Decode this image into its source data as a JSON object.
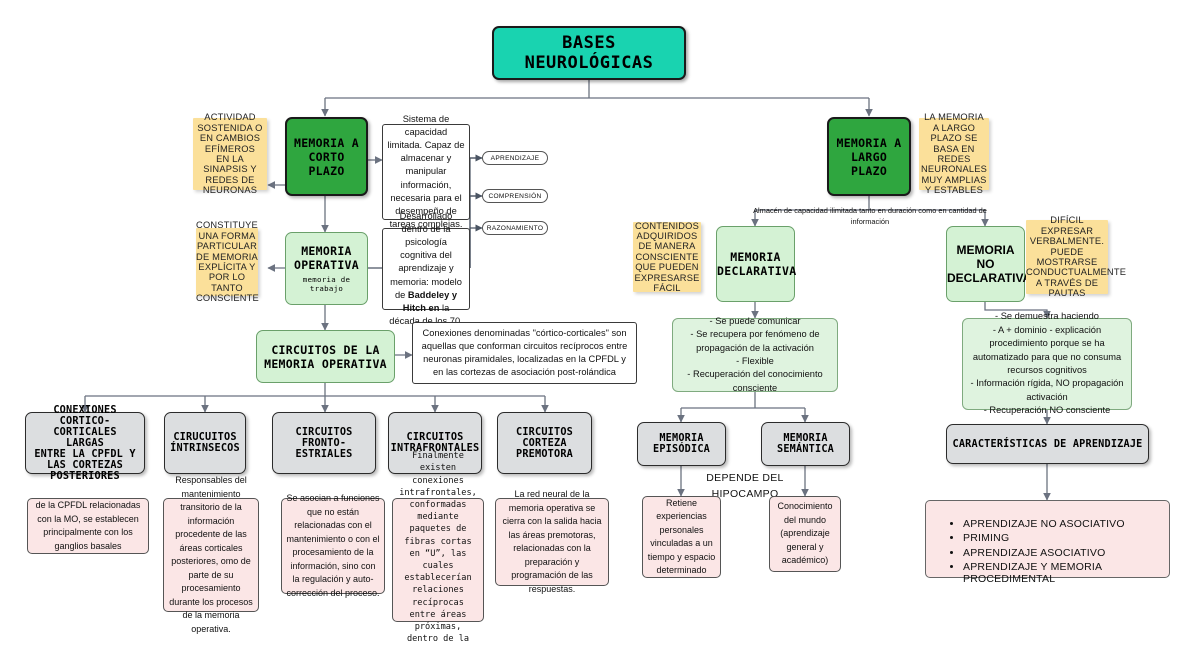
{
  "title": {
    "label": "BASES NEUROLÓGICAS"
  },
  "short_term": {
    "node": "MEMORIA A\nCORTO PLAZO",
    "note": "ACTIVIDAD SOSTENIDA O EN CAMBIOS EFÍMEROS EN LA SINAPSIS Y REDES DE NEURONAS",
    "operative": {
      "title": "MEMORIA\nOPERATIVA",
      "subtitle": "memoria de trabajo"
    },
    "operative_note": "CONSTITUYE UNA FORMA PARTICULAR DE MEMORIA EXPLÍCITA Y POR LO TANTO CONSCIENTE",
    "definition": "Sistema de capacidad limitada. Capaz de almacenar y manipular información, necesaria para el desempeño de tareas complejas.",
    "origin": "Desarrollado dentro de la psicología cognitiva del aprendizaje y memoria: modelo de",
    "origin_bold": "Baddeley y Hitch en",
    "origin_end": "la década de los 70.",
    "pills": [
      "APRENDIZAJE",
      "COMPRENSIÓN",
      "RAZONAMIENTO"
    ],
    "circuits_node": "CIRCUITOS DE LA\nMEMORIA OPERATIVA",
    "circuits_note": "Conexiones denominadas \"córtico-corticales\" son aquellas que conforman circuitos recíprocos entre neuronas piramidales, localizadas en la CPFDL y en las cortezas de asociación post-rolándica"
  },
  "circuits": [
    {
      "label": "CONEXIONES\nCORTICO-CORTICALES\nLARGAS\nENTRE LA CPFDL Y\nLAS CORTEZAS\nPOSTERIORES",
      "desc": "de la CPFDL relacionadas con la MO, se establecen principalmente con los ganglios basales",
      "mono": false
    },
    {
      "label": "CIRUCUITOS\nÍNTRINSECOS",
      "desc": "Responsables del mantenimiento transitorio de la información procedente de las áreas corticales posteriores, omo de parte de su procesamiento durante los procesos de la memoria operativa.",
      "mono": false
    },
    {
      "label": "CIRCUITOS\nFRONTO-ESTRIALES",
      "desc": "Se asocian a funciones que no están relacionadas con el mantenimiento o con el procesamiento de la información, sino con la regulación y auto-corrección del proceso.",
      "mono": false
    },
    {
      "label": "CIRCUITOS\nINTRAFRONTALES",
      "desc": "Finalmente existen conexiones intrafrontales, conformadas mediante paquetes de fibras cortas en “U”, las cuales establecerían relaciones recíprocas entre áreas próximas, dentro de la corteza prefrontal",
      "mono": true
    },
    {
      "label": "CIRCUITOS\nCORTEZA\nPREMOTORA",
      "desc": "La red neural de la memoria operativa se cierra con la salida hacia las áreas premotoras, relacionadas con la preparación y programación de las respuestas.",
      "mono": false
    }
  ],
  "long_term": {
    "node": "MEMORIA A\nLARGO PLAZO",
    "note": "LA MEMORIA A LARGO PLAZO SE BASA EN REDES NEURONALES MUY AMPLIAS Y ESTABLES",
    "connector_text": "Almacén de capacidad ilimitada tanto en duración como en cantidad de información",
    "declarative": {
      "label": "MEMORIA\nDECLARATIVA",
      "note": "CONTENIDOS ADQUIRIDOS DE MANERA CONSCIENTE QUE PUEDEN EXPRESARSE FÁCIL",
      "bullets": [
        "- Se puede comunicar",
        "- Se recupera por fenómeno de propagación de la activación",
        "- Flexible",
        "- Recuperación del conocimiento consciente"
      ]
    },
    "non_declarative": {
      "label": "MEMORIA NO\nDECLARATIVA",
      "note": "DIFÍCIL EXPRESAR VERBALMENTE. PUEDE MOSTRARSE CONDUCTUALMENTE A TRAVÉS DE PAUTAS",
      "bullets": [
        "- Se demuestra haciendo",
        "- A + dominio - explicación procedimiento porque se ha  automatizado para que no consuma recursos cognitivos",
        "- Información rígida, NO propagación activación",
        "- Recuperación NO consciente"
      ]
    },
    "episodic": {
      "label": "MEMORIA\nEPISÓDICA",
      "desc": "Retiene experiencias personales vinculadas a un tiempo y espacio determinado"
    },
    "semantic": {
      "label": "MEMORIA\nSEMÁNTICA",
      "desc": "Conocimiento del mundo (aprendizaje general y académico)"
    },
    "hippocampus_label": "DEPENDE DEL\nHIPOCAMPO",
    "learning": {
      "label": "CARACTERÍSTICAS DE APRENDIZAJE",
      "items": [
        "APRENDIZAJE NO ASOCIATIVO",
        "PRIMING",
        "APRENDIZAJE ASOCIATIVO",
        "APRENDIZAJE Y MEMORIA PROCEDIMENTAL"
      ]
    }
  },
  "colors": {
    "title_bg": "#19d3b0",
    "green_dark": "#2fa63f",
    "green_light": "#d4f2d4",
    "yellow": "#fbe09a",
    "gray": "#dcdee0",
    "pink": "#fbe6e6"
  }
}
